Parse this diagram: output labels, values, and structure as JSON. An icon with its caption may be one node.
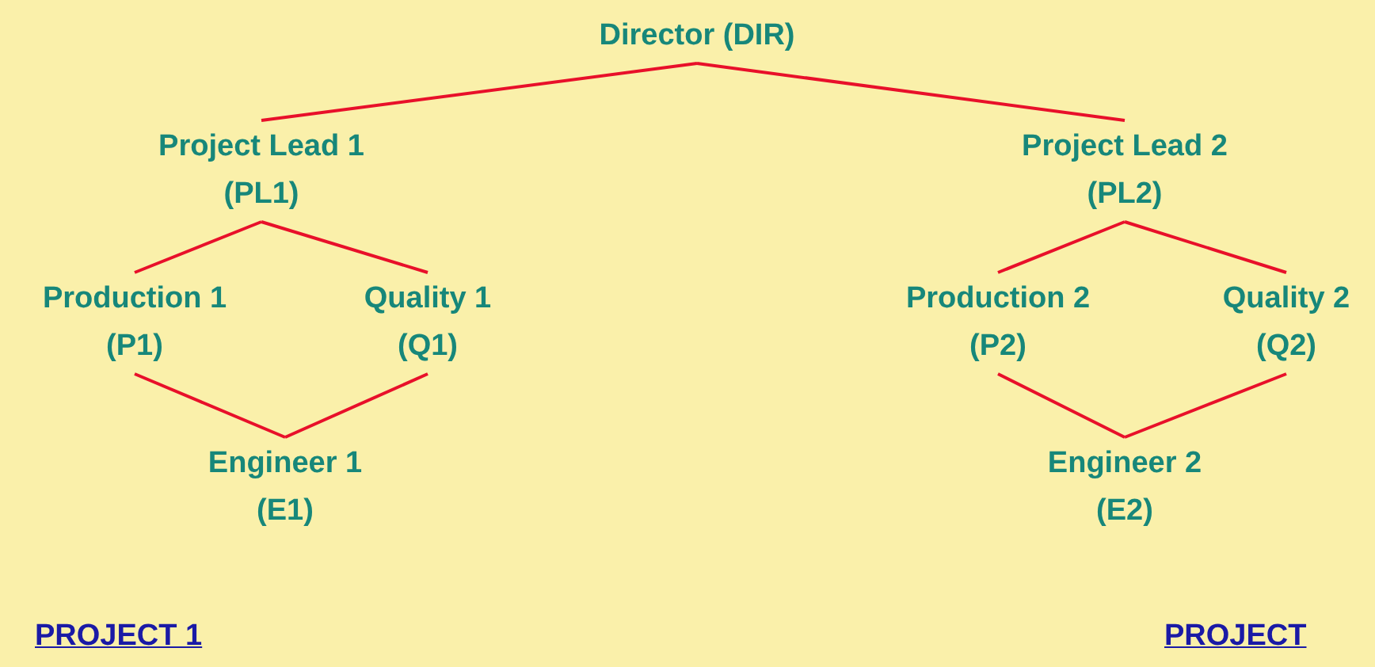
{
  "diagram": {
    "nodes": [
      {
        "text": [
          "Director (DIR)"
        ]
      },
      {
        "text": [
          "Project Lead 1 (PL1)"
        ]
      },
      {
        "text": [
          "Project Lead 2 (PL2)"
        ]
      },
      {
        "text": [
          "Production 1 (P1)"
        ]
      },
      {
        "text": [
          "Quality 1 (Q1)"
        ]
      },
      {
        "text": [
          "Production 2 (P2)"
        ]
      },
      {
        "text": [
          "Quality 2 (Q2)"
        ]
      },
      {
        "text": [
          "Engineer 1 (E1)"
        ]
      },
      {
        "text": [
          "Engineer 2 (E2)"
        ]
      }
    ],
    "edges": [
      {
        "from": 0,
        "to": 1,
        "arrow": "none"
      },
      {
        "from": 0,
        "to": 2,
        "arrow": "none"
      },
      {
        "from": 1,
        "to": 3,
        "arrow": "none"
      },
      {
        "from": 1,
        "to": 4,
        "arrow": "none"
      },
      {
        "from": 2,
        "to": 5,
        "arrow": "none"
      },
      {
        "from": 2,
        "to": 6,
        "arrow": "none"
      },
      {
        "from": 3,
        "to": 7,
        "arrow": "none"
      },
      {
        "from": 4,
        "to": 7,
        "arrow": "none"
      },
      {
        "from": 5,
        "to": 8,
        "arrow": "none"
      },
      {
        "from": 6,
        "to": 8,
        "arrow": "none"
      }
    ],
    "labels": [
      "PROJECT 1",
      "PROJECT"
    ]
  }
}
